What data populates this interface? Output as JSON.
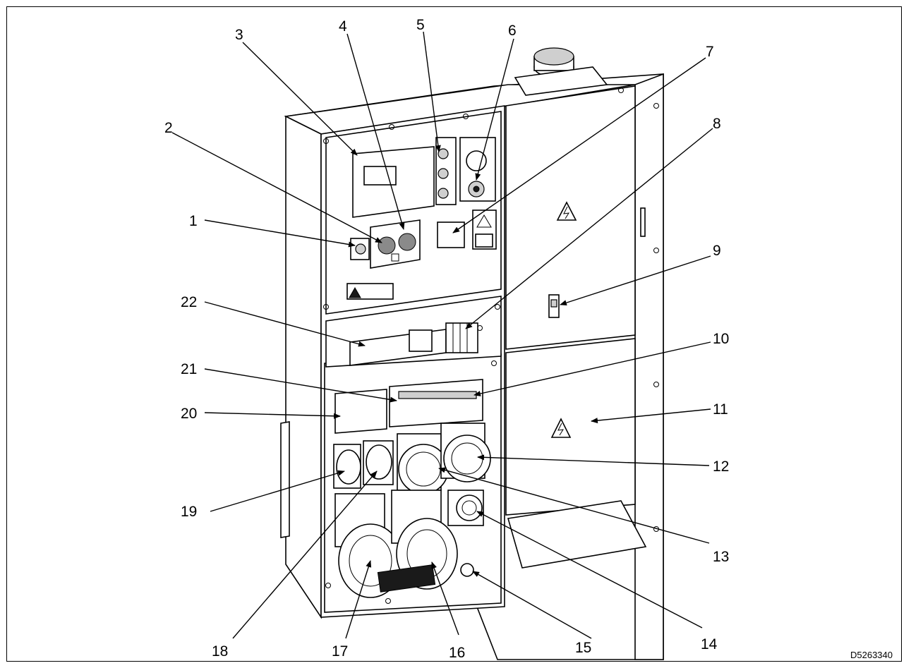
{
  "drawing_code": "D5263340",
  "callouts": [
    {
      "id": "1",
      "label": "1"
    },
    {
      "id": "2",
      "label": "2"
    },
    {
      "id": "3",
      "label": "3"
    },
    {
      "id": "4",
      "label": "4"
    },
    {
      "id": "5",
      "label": "5"
    },
    {
      "id": "6",
      "label": "6"
    },
    {
      "id": "7",
      "label": "7"
    },
    {
      "id": "8",
      "label": "8"
    },
    {
      "id": "9",
      "label": "9"
    },
    {
      "id": "10",
      "label": "10"
    },
    {
      "id": "11",
      "label": "11"
    },
    {
      "id": "12",
      "label": "12"
    },
    {
      "id": "13",
      "label": "13"
    },
    {
      "id": "14",
      "label": "14"
    },
    {
      "id": "15",
      "label": "15"
    },
    {
      "id": "16",
      "label": "16"
    },
    {
      "id": "17",
      "label": "17"
    },
    {
      "id": "18",
      "label": "18"
    },
    {
      "id": "19",
      "label": "19"
    },
    {
      "id": "20",
      "label": "20"
    },
    {
      "id": "21",
      "label": "21"
    },
    {
      "id": "22",
      "label": "22"
    }
  ],
  "colors": {
    "line": "#000000",
    "shade": "#cfcfcf",
    "dark": "#1a1a1a"
  }
}
